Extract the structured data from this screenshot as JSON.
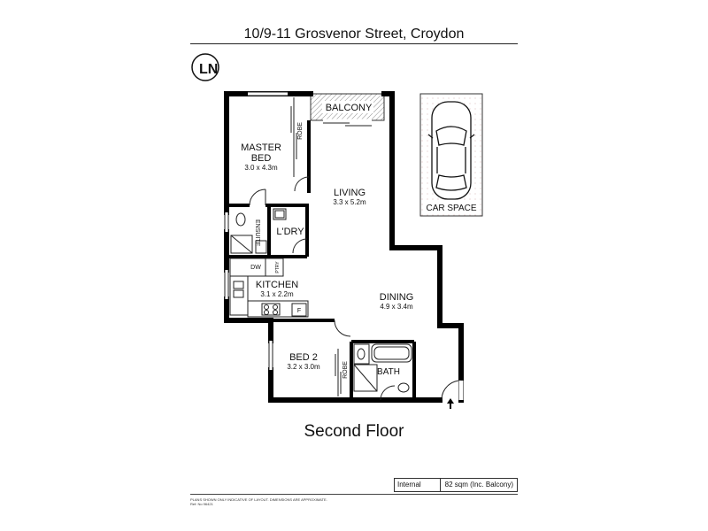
{
  "header": {
    "address": "10/9-11 Grosvenor Street, Croydon"
  },
  "logo": {
    "text": "LN"
  },
  "rooms": {
    "master_bed": {
      "name_line1": "MASTER",
      "name_line2": "BED",
      "size": "3.0 x 4.3m"
    },
    "robe_master": {
      "name": "ROBE"
    },
    "balcony": {
      "name": "BALCONY"
    },
    "living": {
      "name": "LIVING",
      "size": "3.3 x 5.2m"
    },
    "ensuite": {
      "name": "ENSUITE"
    },
    "laundry": {
      "name": "L'DRY"
    },
    "kitchen": {
      "name": "KITCHEN",
      "size": "3.1 x 2.2m"
    },
    "dw": {
      "name": "DW"
    },
    "ptry": {
      "name": "PTRY"
    },
    "fridge": {
      "name": "F"
    },
    "dining": {
      "name": "DINING",
      "size": "4.9 x 3.4m"
    },
    "bed2": {
      "name": "BED 2",
      "size": "3.2 x 3.0m"
    },
    "robe_bed2": {
      "name": "ROBE"
    },
    "bath": {
      "name": "BATH"
    },
    "car_space": {
      "name": "CAR SPACE"
    }
  },
  "floor_label": "Second Floor",
  "area": {
    "label": "Internal",
    "value": "82 sqm (Inc. Balcony)"
  },
  "disclaimer": {
    "line1": "PLANS SHOWN ONLY INDICATIVE OF LAYOUT. DIMENSIONS ARE APPROXIMATE.",
    "line2": "Ref: No 96421"
  },
  "colors": {
    "wall": "#000000",
    "line": "#222222",
    "hatch": "#9a9a9a",
    "background": "#ffffff"
  }
}
